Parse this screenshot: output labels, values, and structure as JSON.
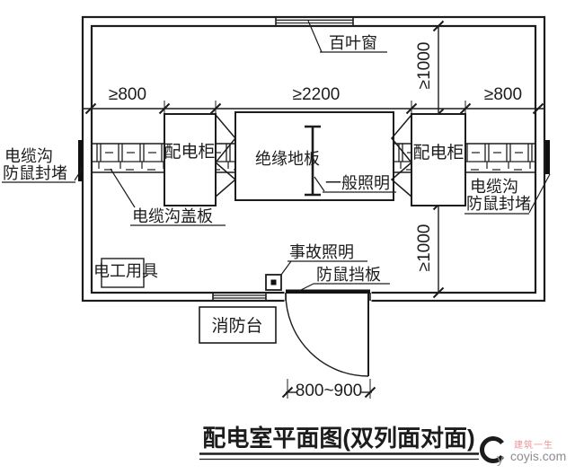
{
  "title": {
    "text": "配电室平面图(双列面对面)"
  },
  "plan": {
    "louver_label": "百叶窗",
    "left_seal": {
      "line1": "电缆沟",
      "line2": "防鼠封堵"
    },
    "right_seal": {
      "line1": "电缆沟",
      "line2": "防鼠封堵"
    },
    "left_cabinet": "配电柜",
    "right_cabinet": "配电柜",
    "insulated_floor": "绝缘地板",
    "general_lighting": "一般照明",
    "trench_cover": "电缆沟盖板",
    "electrician_tools": "电工用具",
    "emergency_lighting": "事故照明",
    "rat_guard": "防鼠挡板",
    "fire_station": "消防台"
  },
  "dimensions": {
    "left_passage": "≥800",
    "center_aisle": "≥2200",
    "right_passage": "≥800",
    "top_end_passage": "≥1000",
    "bottom_end_passage": "≥1000",
    "door_width": "800~900"
  },
  "watermark": {
    "brand": "建筑一生",
    "site": "coyis.com",
    "logo_letter_y": "y",
    "pink": "#efa6a6",
    "gray": "#8d8d8d"
  },
  "colors": {
    "line": "#1c1c1c",
    "background": "#ffffff"
  }
}
